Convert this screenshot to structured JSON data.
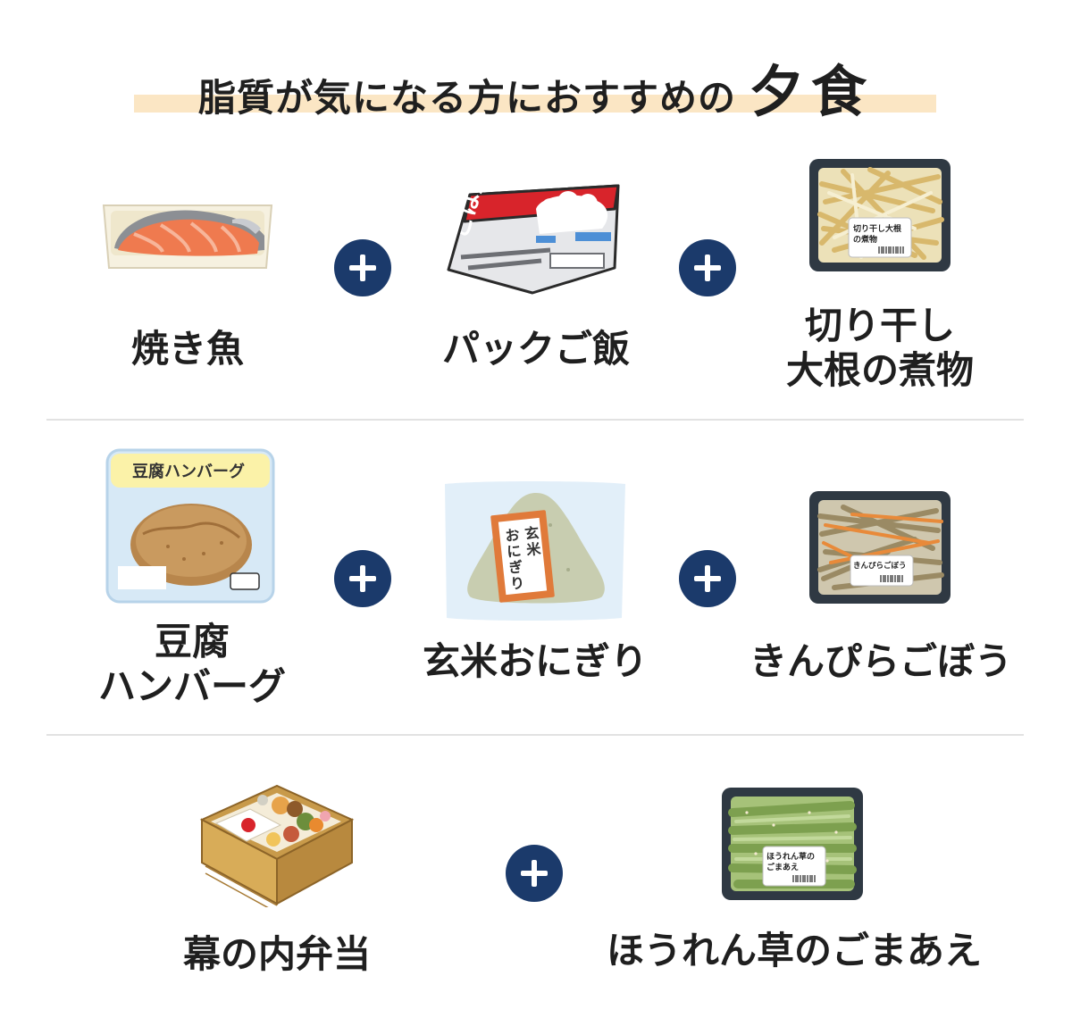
{
  "title": {
    "main": "脂質が気になる方におすすめの",
    "emphasis": "夕食"
  },
  "rows": [
    {
      "items": [
        {
          "label_lines": [
            "焼き魚"
          ]
        },
        {
          "label_lines": [
            "パックご飯"
          ],
          "package_text": "ごはん"
        },
        {
          "label_lines": [
            "切り干し",
            "大根の煮物"
          ],
          "sticker_lines": [
            "切り干し大根",
            "の煮物"
          ]
        }
      ]
    },
    {
      "items": [
        {
          "label_lines": [
            "豆腐",
            "ハンバーグ"
          ],
          "package_text": "豆腐ハンバーグ"
        },
        {
          "label_lines": [
            "玄米おにぎり"
          ],
          "wrapper_cols": [
            "玄",
            "米",
            "お",
            "に",
            "ぎ",
            "り"
          ]
        },
        {
          "label_lines": [
            "きんぴらごぼう"
          ],
          "sticker_lines": [
            "きんぴらごぼう"
          ]
        }
      ]
    },
    {
      "items": [
        {
          "label_lines": [
            "幕の内弁当"
          ]
        },
        {
          "label_lines": [
            "ほうれん草のごまあえ"
          ],
          "sticker_lines": [
            "ほうれん草の",
            "ごまあえ"
          ]
        }
      ]
    }
  ],
  "icons": [
    "plus-icon"
  ],
  "colors": {
    "accent_navy": "#1b3a6b",
    "title_highlight": "#fbe6c4",
    "divider": "#e2e2e2",
    "text": "#1f1f1f"
  }
}
